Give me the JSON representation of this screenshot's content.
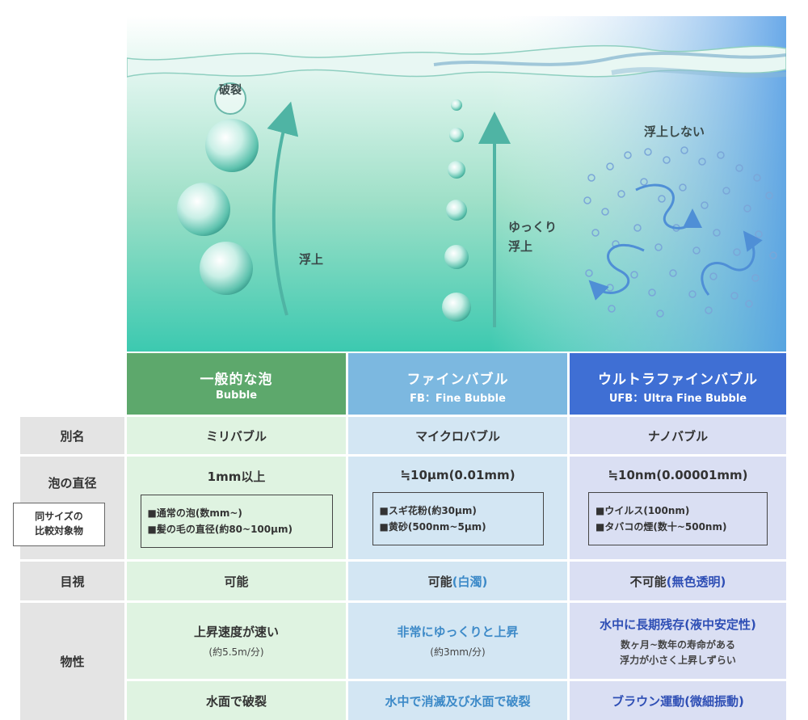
{
  "illustration": {
    "burst_label": "破裂",
    "rise_label": "浮上",
    "slow_rise_label_1": "ゆっくり",
    "slow_rise_label_2": "浮上",
    "no_rise_label": "浮上しない"
  },
  "columns": [
    {
      "title": "一般的な泡",
      "subtitle": "Bubble",
      "color": "#5da86c"
    },
    {
      "title": "ファインバブル",
      "subtitle": "FB：Fine Bubble",
      "color": "#7cb8e0"
    },
    {
      "title": "ウルトラファインバブル",
      "subtitle": "UFB：Ultra Fine Bubble",
      "color": "#3f6fd4"
    }
  ],
  "rows": {
    "alias": {
      "label": "別名",
      "values": [
        "ミリバブル",
        "マイクロバブル",
        "ナノバブル"
      ]
    },
    "diameter": {
      "label": "泡の直径",
      "compare_label_1": "同サイズの",
      "compare_label_2": "比較対象物",
      "values": [
        "1mm以上",
        "≒10μm(0.01mm)",
        "≒10nm(0.00001mm)"
      ],
      "compare": [
        [
          "■通常の泡(数mm~)",
          "■髪の毛の直径(約80~100μm)"
        ],
        [
          "■スギ花粉(約30μm)",
          "■黄砂(500nm~5μm)"
        ],
        [
          "■ウイルス(100nm)",
          "■タバコの煙(数十~500nm)"
        ]
      ]
    },
    "visual": {
      "label": "目視",
      "c1": "可能",
      "c2_main": "可能",
      "c2_note": "(白濁)",
      "c3_main": "不可能",
      "c3_note": "(無色透明)"
    },
    "properties": {
      "label": "物性",
      "c1_main": "上昇速度が速い",
      "c1_sub": "(約5.5m/分)",
      "c2_main": "非常にゆっくりと上昇",
      "c2_sub": "(約3mm/分)",
      "c3_main": "水中に長期残存(液中安定性)",
      "c3_sub1": "数ヶ月~数年の寿命がある",
      "c3_sub2": "浮力が小さく上昇しずらい",
      "fate": [
        "水面で破裂",
        "水中で消滅及び水面で破裂",
        "ブラウン運動(微細振動)"
      ]
    }
  }
}
